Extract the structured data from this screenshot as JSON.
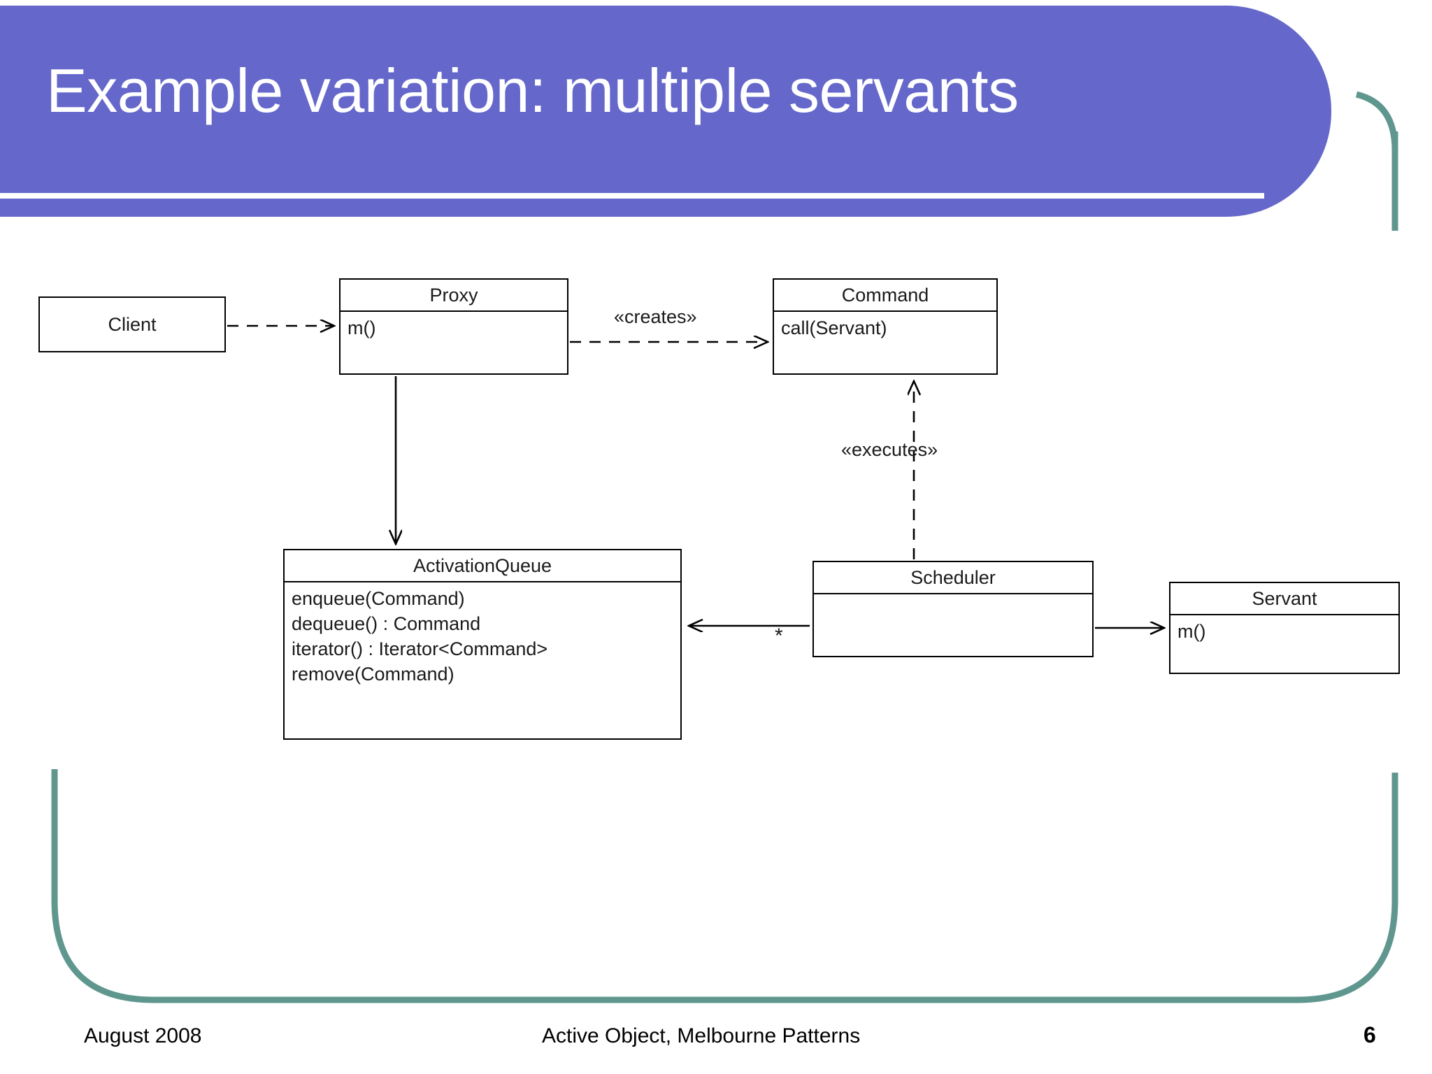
{
  "slide": {
    "title": "Example variation: multiple servants",
    "accent_color": "#6568ca",
    "frame_color": "#5f978f",
    "page_number": "6"
  },
  "footer": {
    "date": "August 2008",
    "center": "Active Object,  Melbourne Patterns",
    "page": "6"
  },
  "diagram": {
    "type": "uml-class-diagram",
    "classes": [
      {
        "name": "Client",
        "members": []
      },
      {
        "name": "Proxy",
        "members": [
          "m()"
        ]
      },
      {
        "name": "Command",
        "members": [
          "call(Servant)"
        ]
      },
      {
        "name": "ActivationQueue",
        "members": [
          "enqueue(Command)",
          "dequeue() : Command",
          "iterator() : Iterator<Command>",
          "remove(Command)"
        ]
      },
      {
        "name": "Scheduler",
        "members": []
      },
      {
        "name": "Servant",
        "members": [
          "m()"
        ]
      }
    ],
    "edge_labels": {
      "creates": "«creates»",
      "executes": "«executes»",
      "multiplicity": "*"
    }
  }
}
